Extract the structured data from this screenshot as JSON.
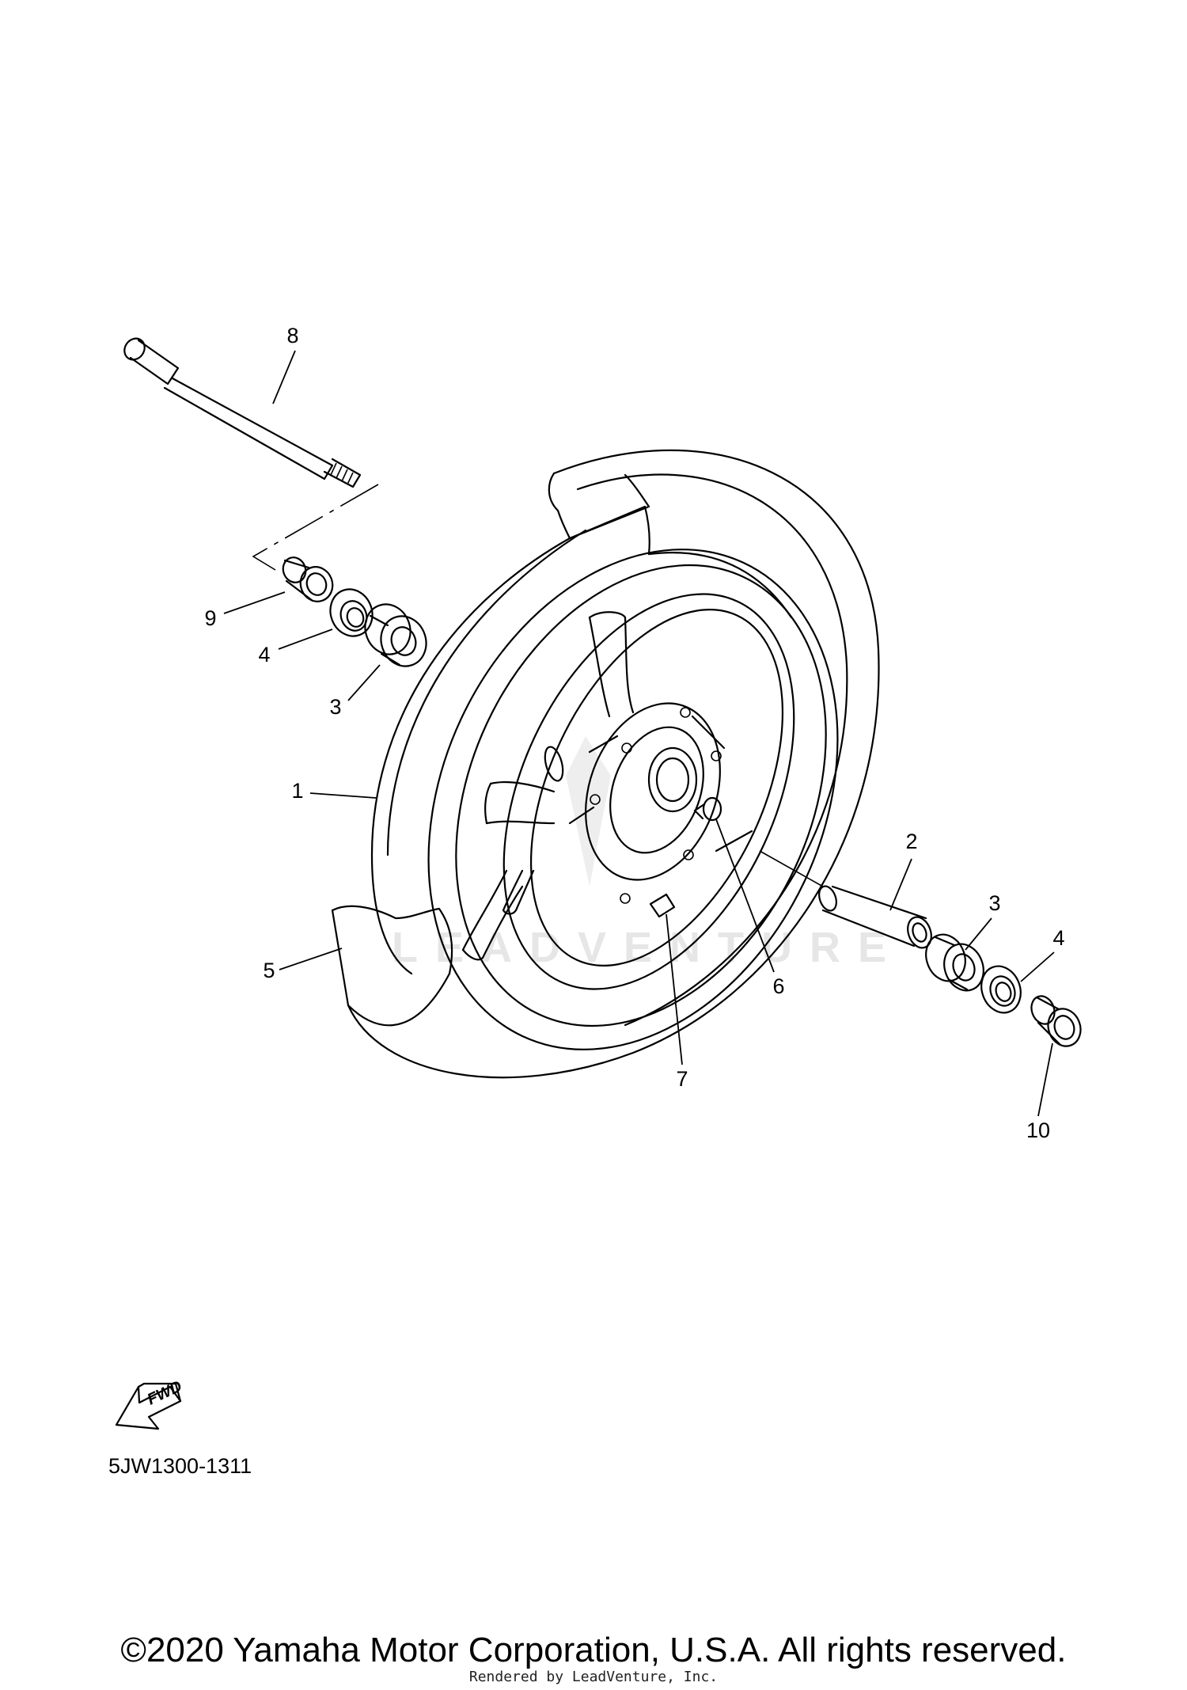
{
  "callouts": [
    {
      "id": "callout-1",
      "number": "1"
    },
    {
      "id": "callout-2",
      "number": "2"
    },
    {
      "id": "callout-3-left",
      "number": "3"
    },
    {
      "id": "callout-3-right",
      "number": "3"
    },
    {
      "id": "callout-4-left",
      "number": "4"
    },
    {
      "id": "callout-4-right",
      "number": "4"
    },
    {
      "id": "callout-5",
      "number": "5"
    },
    {
      "id": "callout-6",
      "number": "6"
    },
    {
      "id": "callout-7",
      "number": "7"
    },
    {
      "id": "callout-8",
      "number": "8"
    },
    {
      "id": "callout-9",
      "number": "9"
    },
    {
      "id": "callout-10",
      "number": "10"
    }
  ],
  "fwd_label": "FWD",
  "diagram_code": "5JW1300-1311",
  "watermark_text": "LEADVENTURE",
  "copyright": "©2020 Yamaha Motor Corporation, U.S.A. All rights reserved.",
  "rendered_by": "Rendered by LeadVenture, Inc."
}
